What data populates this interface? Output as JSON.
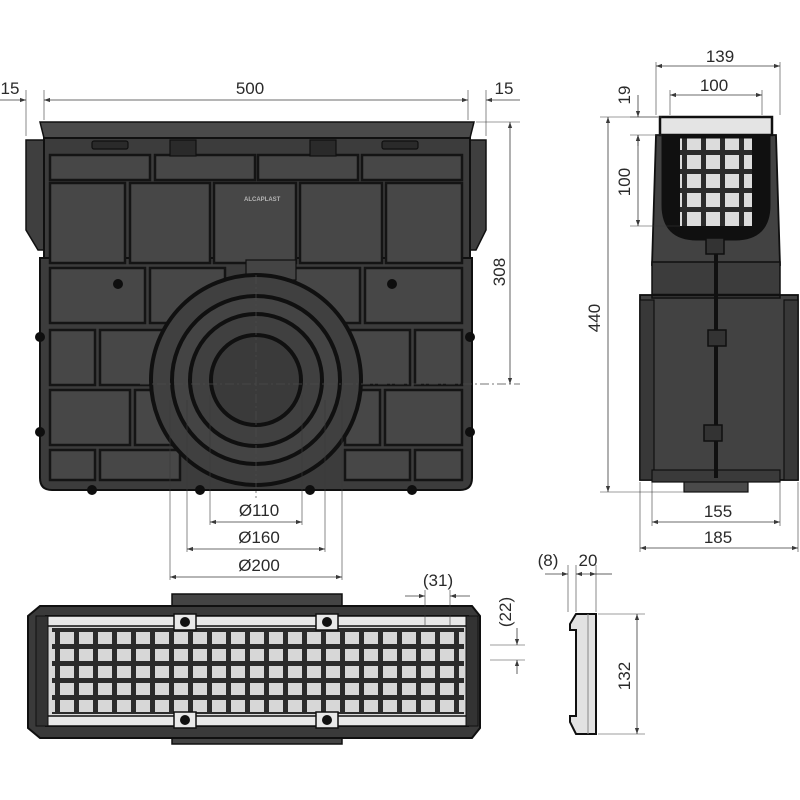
{
  "brand": "ALCAPLAST",
  "colors": {
    "body_dark": "#3d3d3d",
    "body_mid": "#5a5a5a",
    "outline": "#101010",
    "grate": "#dcdcdc",
    "dim_line": "#3a3a3a"
  },
  "front_view": {
    "width": "500",
    "left_flange": "15",
    "right_flange": "15",
    "height_to_axis": "308",
    "diameters": [
      "Ø110",
      "Ø160",
      "Ø200"
    ]
  },
  "side_view": {
    "top_width": "139",
    "grate_width": "100",
    "grate_thickness": "19",
    "basket_depth": "100",
    "total_height": "440",
    "bottom_inner_width": "155",
    "bottom_outer_width": "185"
  },
  "top_view": {
    "slot_spacing": "(31)",
    "bar_spacing": "(22)"
  },
  "grate_section": {
    "overhang": "(8)",
    "thickness": "20",
    "height": "132"
  }
}
